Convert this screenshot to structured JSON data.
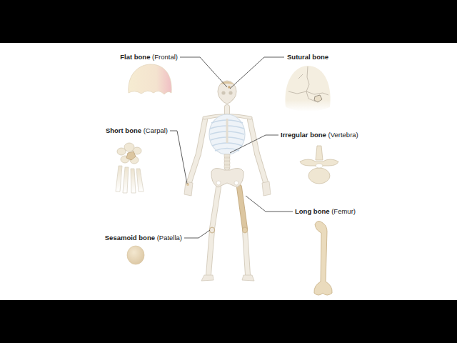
{
  "diagram": {
    "labels": [
      "Flat bone",
      "(Frontal)",
      "Sutural bone",
      "Short bone",
      "(Carpal)",
      "Irregular bone",
      "(Vertebra)",
      "Long bone",
      "(Femur)",
      "Sesamoid bone",
      "(Patella)"
    ]
  }
}
